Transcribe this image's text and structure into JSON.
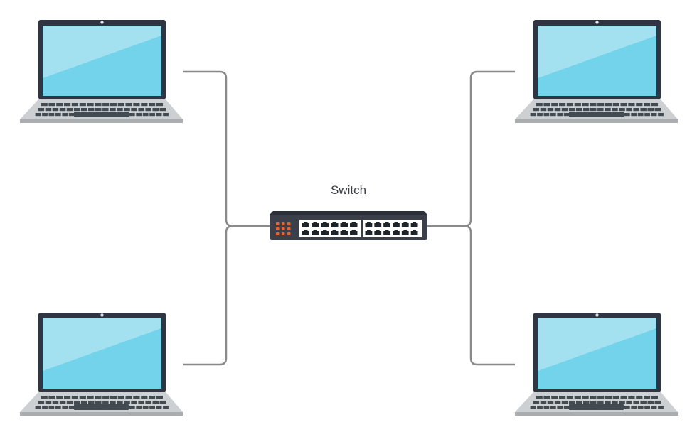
{
  "diagram": {
    "switch": {
      "label": "Switch",
      "port_count": 24,
      "led_count": 9
    },
    "laptop_count": 4,
    "colors": {
      "link": "#8a8a8a",
      "screen_bezel": "#2f3541",
      "screen_glass": "#72d3ea",
      "screen_highlight": "#a4e1f0",
      "laptop_base": "#cdd0d2",
      "keyboard": "#424a52",
      "switch_body": "#3a3f49",
      "switch_led": "#e9642c",
      "port_face": "#ffffff"
    }
  }
}
